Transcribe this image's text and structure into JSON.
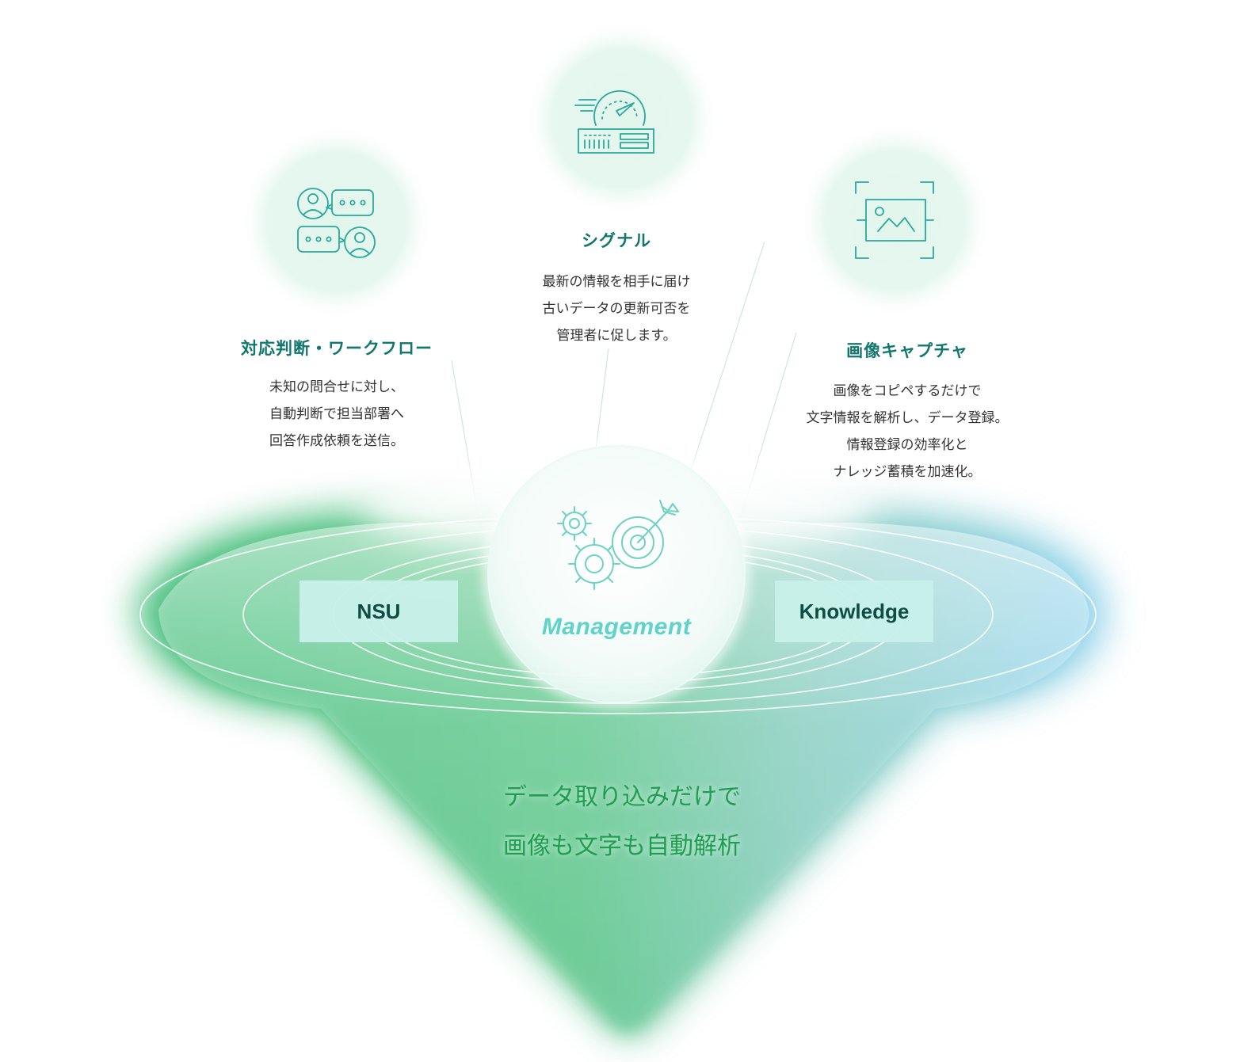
{
  "features": [
    {
      "id": "workflow",
      "icon": "chat-users-icon",
      "title": "対応判断・ワークフロー",
      "description": "未知の問合せに対し、\n自動判断で担当部署へ\n回答作成依頼を送信。"
    },
    {
      "id": "signal",
      "icon": "speedometer-server-icon",
      "title": "シグナル",
      "description": "最新の情報を相手に届け\n古いデータの更新可否を\n管理者に促します。"
    },
    {
      "id": "image-capture",
      "icon": "image-capture-icon",
      "title": "画像キャプチャ",
      "description": "画像をコピペするだけで\n文字情報を解析し、データ登録。\n情報登録の効率化と\nナレッジ蓄積を加速化。"
    }
  ],
  "left_box": "NSU",
  "right_box": "Knowledge",
  "center": {
    "label": "Management",
    "icon": "gears-target-icon"
  },
  "bottom_text": "データ取り込みだけで\n画像も文字も自動解析",
  "colors": {
    "title": "#12776e",
    "icon_stroke": "#2aa99a",
    "center_label": "#5fd3c9",
    "box_fill": "#c8f0ea",
    "box_text": "#0d4d44",
    "funnel_green": "#5cc98f",
    "funnel_blue": "#9ad4e8",
    "bottom_text": "#1f9e4f"
  }
}
